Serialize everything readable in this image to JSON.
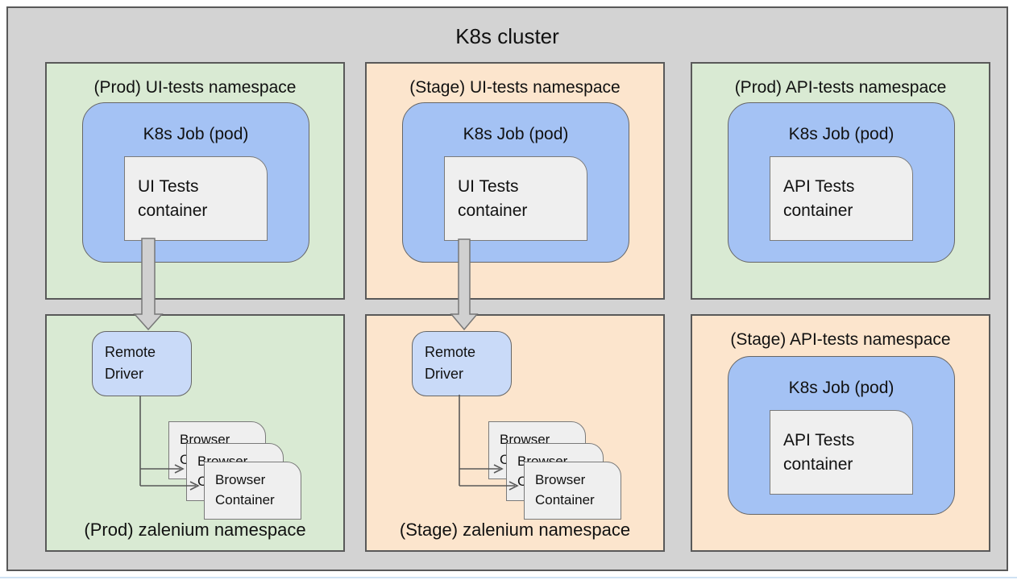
{
  "page": {
    "title": "K8s cluster"
  },
  "colors": {
    "canvas": "#d3d3d3",
    "namespace_green": "#d9ead3",
    "namespace_orange": "#fce5cd",
    "job_blue": "#a4c2f4",
    "driver_blue": "#c9daf8",
    "container_gray": "#efefef",
    "border_dark": "#595959",
    "arrow_fill": "#d0d0d0",
    "page_rule_blue": "#cfe2f3"
  },
  "namespaces": [
    {
      "label": "(Prod) UI-tests namespace",
      "job_label": "K8s Job (pod)",
      "container_label": "UI Tests container"
    },
    {
      "label": "(Stage) UI-tests namespace",
      "job_label": "K8s Job (pod)",
      "container_label": "UI Tests container"
    },
    {
      "label": "(Prod) API-tests namespace",
      "job_label": "K8s Job (pod)",
      "container_label": "API Tests container"
    },
    {
      "label": "(Prod) zalenium namespace",
      "driver_label": "Remote Driver",
      "browser_containers": [
        "Browser Container",
        "Browser Container",
        "Browser Container"
      ]
    },
    {
      "label": "(Stage) zalenium namespace",
      "driver_label": "Remote Driver",
      "browser_containers": [
        "Browser Container",
        "Browser Container",
        "Browser Container"
      ]
    },
    {
      "label": "(Stage) API-tests namespace",
      "job_label": "K8s Job (pod)",
      "container_label": "API Tests container"
    }
  ]
}
